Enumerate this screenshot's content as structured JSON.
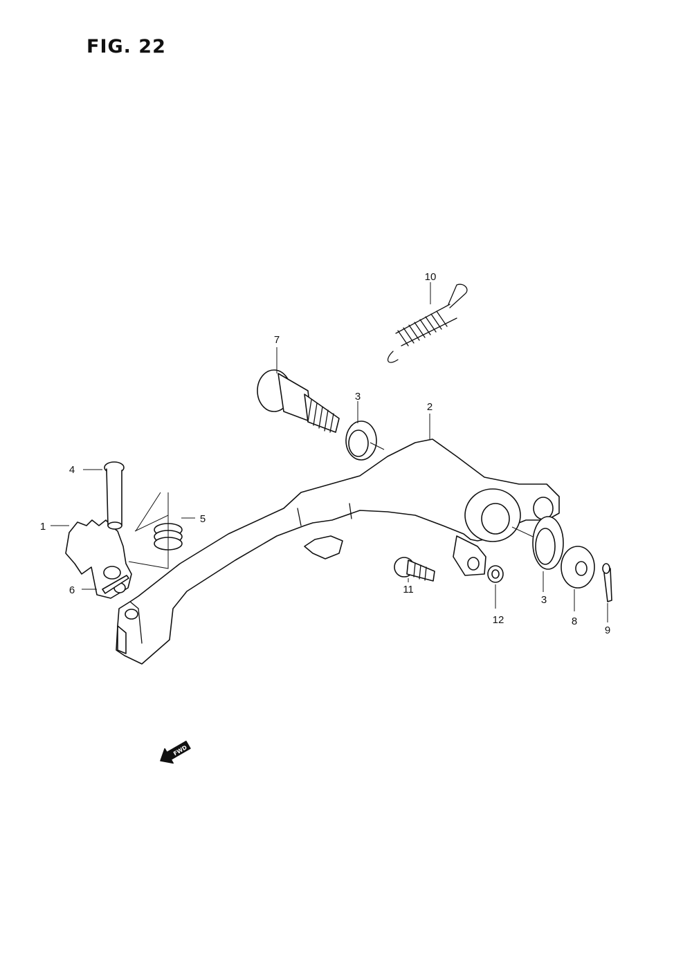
{
  "figure": {
    "title": "FIG. 22",
    "direction_marker": "FWD"
  },
  "callouts": [
    {
      "id": "c1",
      "label": "1"
    },
    {
      "id": "c2",
      "label": "2"
    },
    {
      "id": "c3a",
      "label": "3"
    },
    {
      "id": "c3b",
      "label": "3"
    },
    {
      "id": "c4",
      "label": "4"
    },
    {
      "id": "c5",
      "label": "5"
    },
    {
      "id": "c6",
      "label": "6"
    },
    {
      "id": "c7",
      "label": "7"
    },
    {
      "id": "c8",
      "label": "8"
    },
    {
      "id": "c9",
      "label": "9"
    },
    {
      "id": "c10",
      "label": "10"
    },
    {
      "id": "c11",
      "label": "11"
    },
    {
      "id": "c12",
      "label": "12"
    }
  ],
  "icons": [
    "fwd-arrow-icon"
  ]
}
